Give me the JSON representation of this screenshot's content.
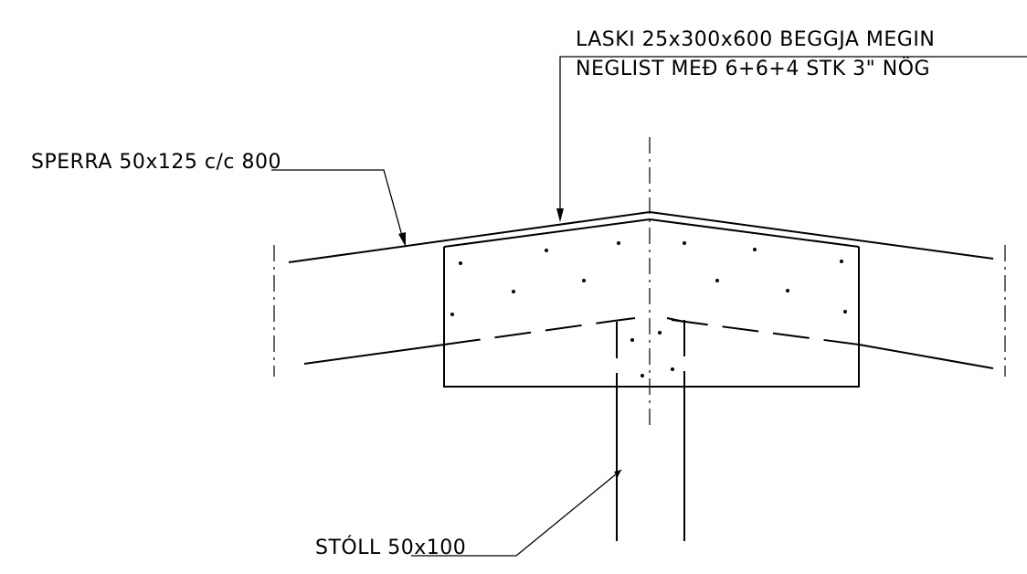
{
  "labels": {
    "laski_line1": "LASKI 25x300x600 BEGGJA MEGIN",
    "laski_line2": "NEGLIST MEÐ 6+6+4 STK 3\" NÖG",
    "sperra_prefix": "SPERRA 50x125 ",
    "sperra_spacing": "c/c 800",
    "stoll_prefix": "STÓLL ",
    "stoll_size": "50x100"
  },
  "colors": {
    "ink": "#000000",
    "paper": "#ffffff"
  }
}
